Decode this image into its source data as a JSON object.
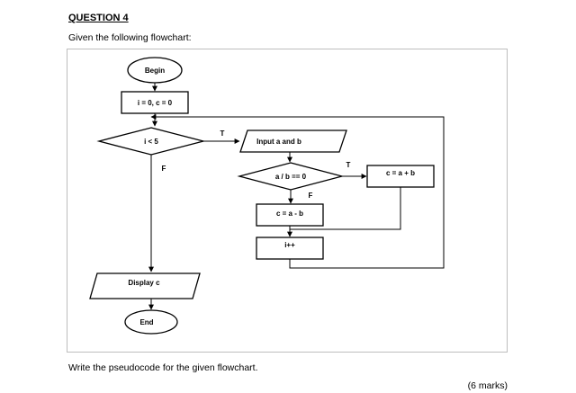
{
  "question": {
    "heading": "QUESTION 4",
    "intro": "Given the following flowchart:",
    "instruction": "Write the pseudocode for the given flowchart.",
    "marks": "(6 marks)"
  },
  "flowchart": {
    "begin": "Begin",
    "init": "i = 0, c = 0",
    "loop_condition": "i < 5",
    "input": "Input a and b",
    "check_condition": "a / b == 0",
    "true_action": "c = a + b",
    "false_action": "c = a - b",
    "increment": "i++",
    "display": "Display c",
    "end": "End",
    "label_true_loop": "T",
    "label_false_loop": "F",
    "label_true_check": "T",
    "label_false_check": "F"
  }
}
